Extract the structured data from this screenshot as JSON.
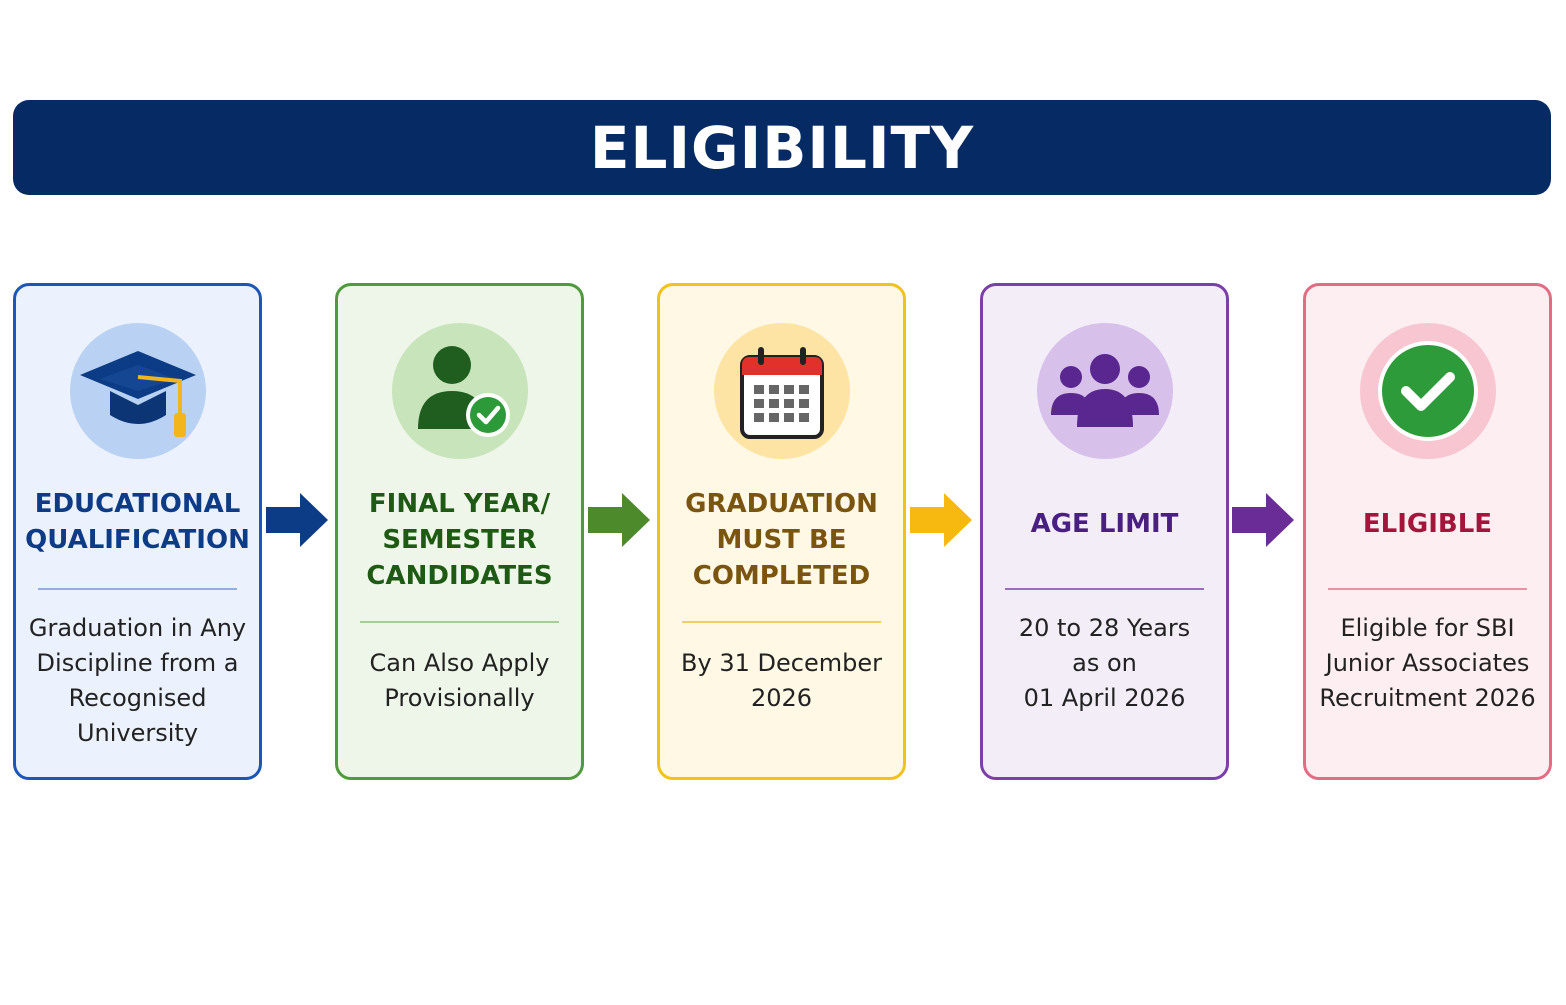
{
  "header": {
    "title": "ELIGIBILITY"
  },
  "colors": {
    "banner": "#062a63",
    "blue": "#1b56b8",
    "green": "#4f9a3c",
    "yellow": "#f2c11c",
    "purple": "#7a3fa8",
    "pink": "#e46b84"
  },
  "cards": [
    {
      "icon": "graduation-cap-icon",
      "title_lines": [
        "EDUCATIONAL",
        "QUALIFICATION"
      ],
      "desc_lines": [
        "Graduation in Any",
        "Discipline from a",
        "Recognised",
        "University"
      ]
    },
    {
      "icon": "user-check-icon",
      "title_lines": [
        "FINAL YEAR/",
        "SEMESTER",
        "CANDIDATES"
      ],
      "desc_lines": [
        "Can Also Apply",
        "Provisionally"
      ]
    },
    {
      "icon": "calendar-icon",
      "title_lines": [
        "GRADUATION",
        "MUST BE",
        "COMPLETED"
      ],
      "desc_lines": [
        "By 31 December",
        "2026"
      ]
    },
    {
      "icon": "people-group-icon",
      "title_lines": [
        "AGE LIMIT"
      ],
      "desc_lines": [
        "20 to 28 Years",
        "as on",
        "01 April 2026"
      ]
    },
    {
      "icon": "check-circle-icon",
      "title_lines": [
        "ELIGIBLE"
      ],
      "desc_lines": [
        "Eligible for SBI",
        "Junior Associates",
        "Recruitment 2026"
      ]
    }
  ]
}
